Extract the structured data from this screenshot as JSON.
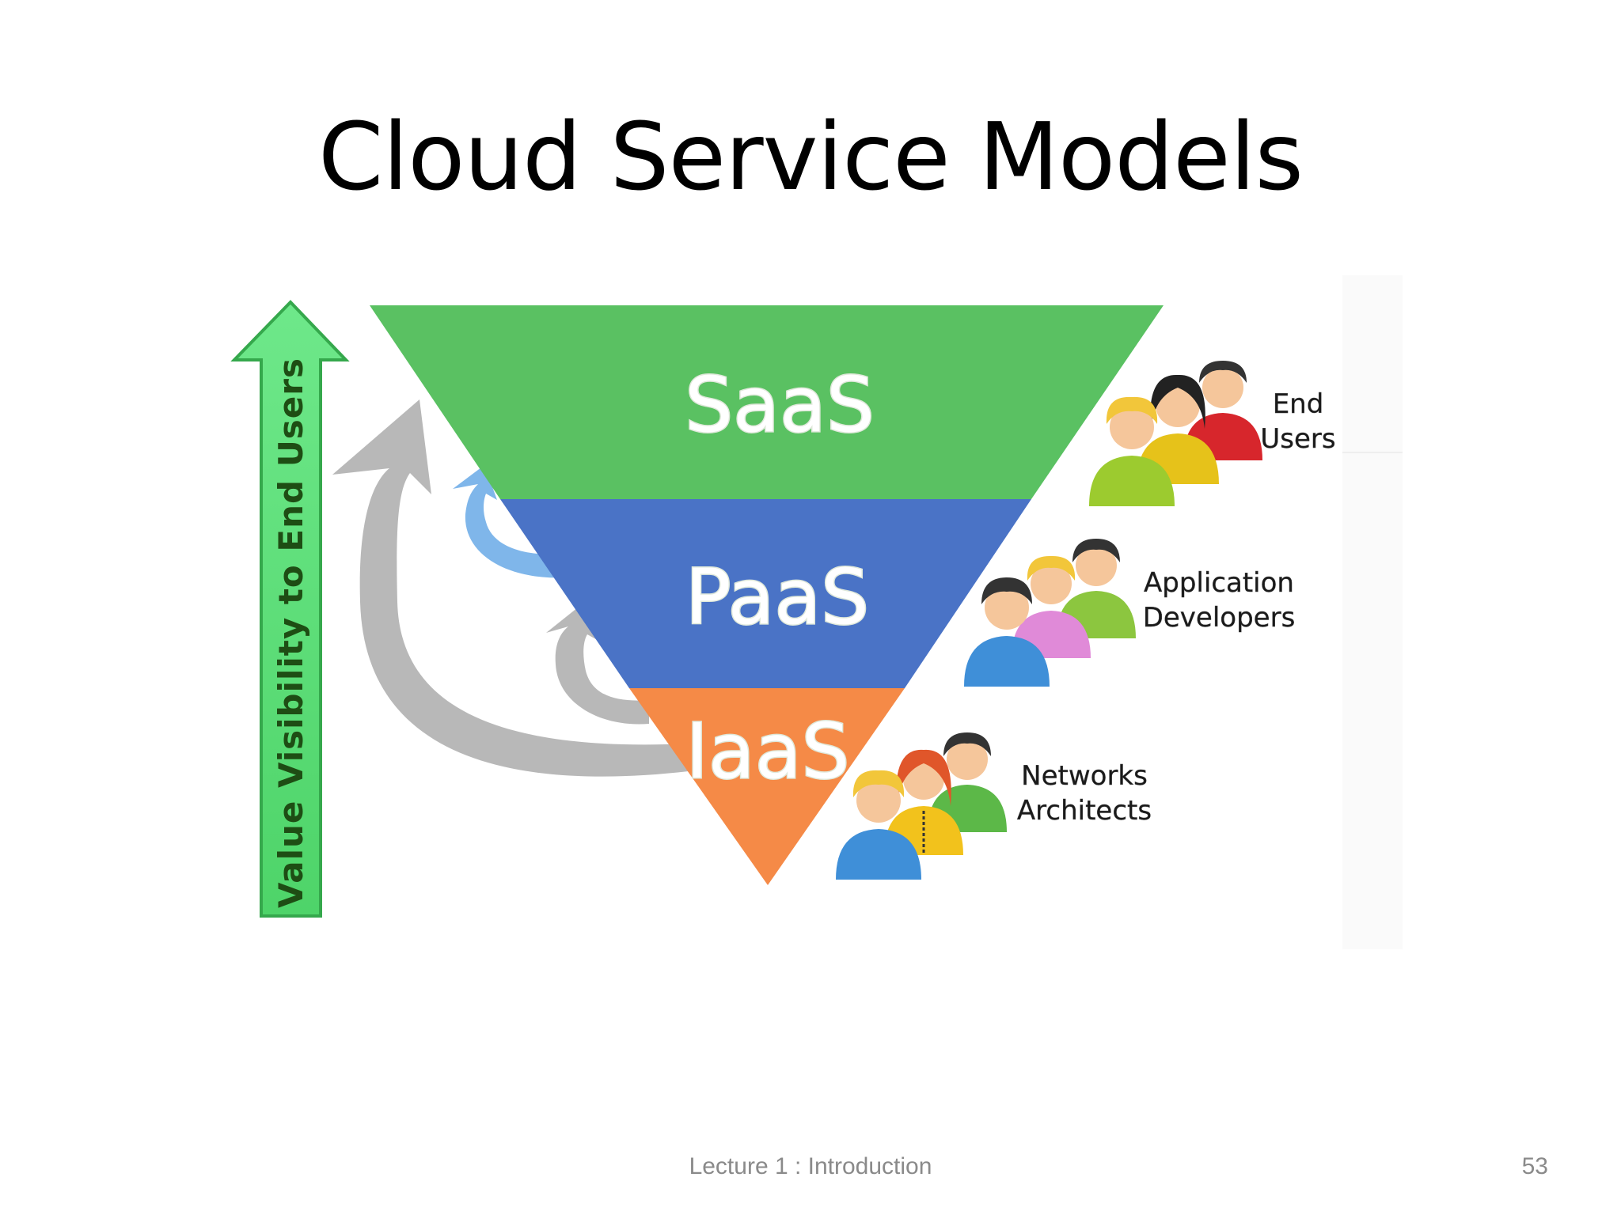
{
  "slide": {
    "title": "Cloud Service Models",
    "footer": "Lecture 1 : Introduction",
    "page_number": "53"
  },
  "diagram": {
    "layers": [
      {
        "label": "SaaS",
        "color": "#5ac162"
      },
      {
        "label": "PaaS",
        "color": "#4a73c6"
      },
      {
        "label": "IaaS",
        "color": "#f58a47"
      }
    ],
    "axis_arrow": {
      "label": "Value Visibility to End Users",
      "color": "#5fe07a"
    },
    "user_groups": [
      {
        "line1": "End",
        "line2": "Users",
        "icon": "end-users-people-icon"
      },
      {
        "line1": "Application",
        "line2": "Developers",
        "icon": "developers-people-icon"
      },
      {
        "line1": "Networks",
        "line2": "Architects",
        "icon": "architects-people-icon"
      }
    ],
    "curve_arrow_colors": {
      "blue": "#7fb6ea",
      "gray": "#b8b8b8"
    }
  }
}
